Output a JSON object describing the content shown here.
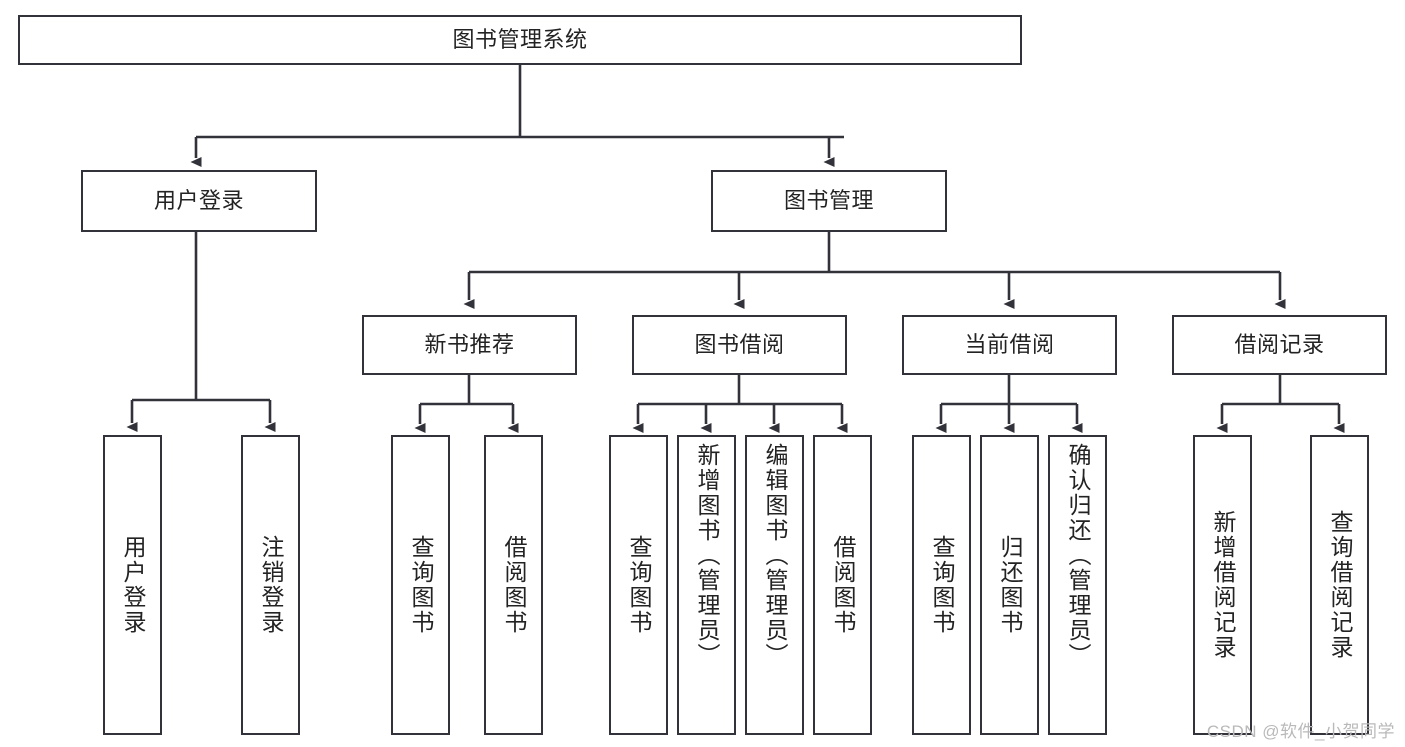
{
  "diagram": {
    "type": "tree-hierarchy",
    "title": "图书管理系统",
    "orientation": "top-down",
    "line_color": "#32323a",
    "box_border_color": "#32323a",
    "background_color": "#ffffff",
    "text_color": "#232323",
    "root": {
      "label": "图书管理系统",
      "id": "root-book-management-system"
    },
    "level2": [
      {
        "id": "user-login",
        "label": "用户登录"
      },
      {
        "id": "book-management",
        "label": "图书管理"
      }
    ],
    "level3": [
      {
        "id": "new-book-recommend",
        "label": "新书推荐",
        "parent": "book-management"
      },
      {
        "id": "book-borrow",
        "label": "图书借阅",
        "parent": "book-management"
      },
      {
        "id": "current-borrow",
        "label": "当前借阅",
        "parent": "book-management"
      },
      {
        "id": "borrow-record",
        "label": "借阅记录",
        "parent": "book-management"
      }
    ],
    "leaves": {
      "user_login": [
        {
          "id": "leaf-user-login",
          "label": "用户登录"
        },
        {
          "id": "leaf-logout-login",
          "label": "注销登录"
        }
      ],
      "new_book_recommend": [
        {
          "id": "leaf-query-book-1",
          "label": "查询图书"
        },
        {
          "id": "leaf-borrow-book-1",
          "label": "借阅图书"
        }
      ],
      "book_borrow": [
        {
          "id": "leaf-query-book-2",
          "label": "查询图书"
        },
        {
          "id": "leaf-add-book",
          "label": "新增图书（管理员）"
        },
        {
          "id": "leaf-edit-book",
          "label": "编辑图书（管理员）"
        },
        {
          "id": "leaf-borrow-book-2",
          "label": "借阅图书"
        }
      ],
      "current_borrow": [
        {
          "id": "leaf-query-book-3",
          "label": "查询图书"
        },
        {
          "id": "leaf-return-book",
          "label": "归还图书"
        },
        {
          "id": "leaf-confirm-return",
          "label": "确认归还（管理员）"
        }
      ],
      "borrow_record": [
        {
          "id": "leaf-add-borrow-record",
          "label": "新增借阅记录"
        },
        {
          "id": "leaf-query-borrow-record",
          "label": "查询借阅记录"
        }
      ]
    }
  },
  "watermark": {
    "text": "CSDN @软件_小贺同学"
  }
}
